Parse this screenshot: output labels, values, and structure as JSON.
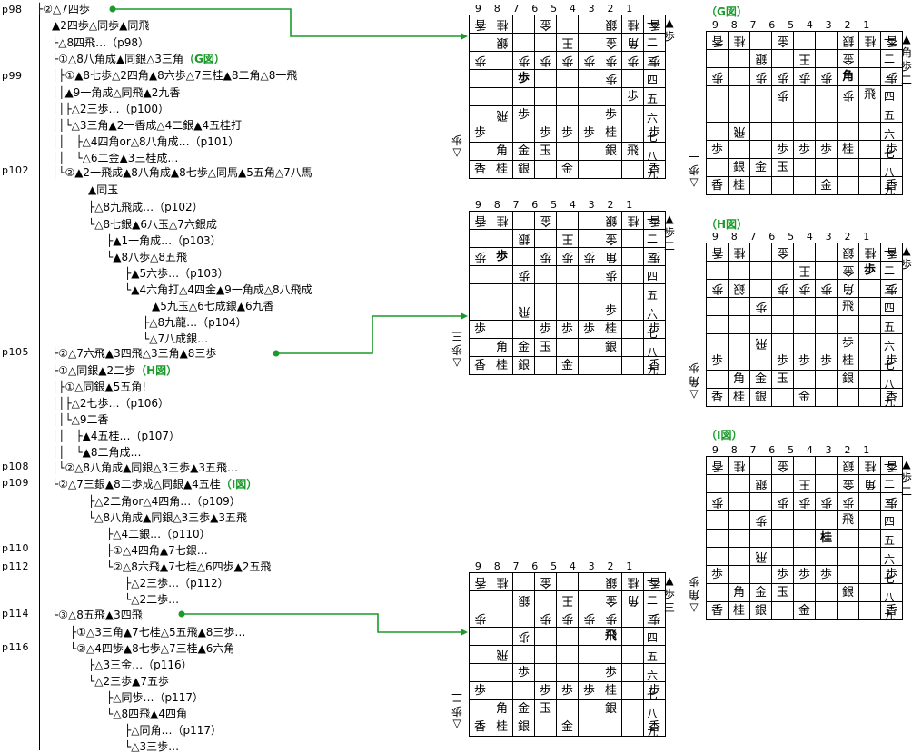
{
  "page_labels": [
    "p98",
    "p99",
    "p102",
    "p105",
    "p108",
    "p109",
    "p110",
    "p112",
    "p114",
    "p116"
  ],
  "lines": [
    "├②△7四歩",
    "▲2四歩△同歩▲同飛",
    "├△8四飛…（p98）",
    "├①△8八角成▲同銀△3三角",
    "│├①▲8七歩△2四角▲8六歩△7三桂▲8二角△8一飛",
    "││▲9一角成△同飛▲2九香",
    "││├△2三歩…（p100）",
    "││└△3三角▲2一香成△4二銀▲4五桂打",
    "││　├△4四角or△8八角成…（p101）",
    "││　└△6二金▲3三桂成…",
    "│└②▲2一飛成▲8八角成▲8七歩△同馬▲5五角△7八馬",
    "▲同玉",
    "├△8九飛成…（p102）",
    "└△8七銀▲6八玉△7六銀成",
    "├▲1一角成…（p103）",
    "└▲8八歩△8五飛",
    "├▲5六歩…（p103）",
    "└▲4六角打△4四金▲9一角成△8八飛成",
    "▲5九玉△6七成銀▲6九香",
    "├△8九龍…（p104）",
    "└△7八成銀…",
    "├②△7六飛▲3四飛△3三角▲8三歩",
    "├①△同銀▲2二歩",
    "│├①△同銀▲5五角!",
    "││├△2七歩…（p106）",
    "││└△9二香",
    "││　├▲4五桂…（p107）",
    "││　└▲8二角成…",
    "│└②△8八角成▲同銀△3三歩▲3五飛…",
    "└②△7三銀▲8二歩成△同銀▲4五桂",
    "├△2二角or△4四角…（p109）",
    "└△8八角成▲同銀△3三歩▲3五飛",
    "├△4二銀…（p110）",
    "├①△4四角▲7七銀…",
    "└②△8六飛▲7七桂△6四歩▲2五飛",
    "├△2三歩…（p112）",
    "└△2二歩…",
    "└③△8五飛▲3四飛",
    "├①△3三角▲7七桂△5五飛▲8三歩…",
    "└②△4四歩▲8七歩△7三桂▲6六角",
    "├△3三金…（p116）",
    "└△2三歩▲7五歩",
    "├△同歩…（p117）",
    "└△8四飛▲4四角",
    "├△同角…（p117）",
    "└△3三歩…"
  ],
  "diagram_labels": {
    "G": "（G図）",
    "H": "（H図）",
    "I": "（I図）"
  },
  "files": [
    "9",
    "8",
    "7",
    "6",
    "5",
    "4",
    "3",
    "2",
    "1"
  ],
  "ranks": [
    "一",
    "二",
    "三",
    "四",
    "五",
    "六",
    "七",
    "八",
    "九"
  ],
  "hands": {
    "b1_s": "▲歩",
    "b1_g": "△歩",
    "b2_s": "▲歩二",
    "b2_g": "△歩三",
    "b3_s": "▲歩三",
    "b3_g": "△歩二",
    "G_s": "▲角歩二",
    "G_g": "△歩一",
    "H_s": "▲歩",
    "H_g": "△角歩",
    "I_s": "▲歩二",
    "I_g": "△角歩"
  },
  "boards": {
    "b1": [
      "r香,r桂,,r金,,,r銀,r桂,r香",
      ",r銀,,,r王,,r金,r角,",
      "r歩,,r歩,r歩,r歩,r歩,r歩,r歩,r歩",
      ",,b歩,,,,r歩,,",
      ",,,,,,,歩,",
      ",r飛,歩,,,,歩,,",
      "歩,,,歩,歩,歩,桂,,歩",
      ",角,金,玉,,,銀,飛,",
      "香,桂,銀,,金,,,,香"
    ],
    "b2": [
      "r香,r桂,,r金,,,r銀,r桂,r香",
      ",,r銀,,r王,,r金,,",
      "r歩,b歩,,r歩,r歩,r歩,r角,,r歩",
      ",,r歩,,,,r歩,,",
      ",,,,,,,,",
      ",,r飛,,,,歩,,",
      "歩,,,歩,歩,歩,桂,,歩",
      ",角,金,玉,,,銀,,",
      "香,桂,銀,,金,,,,香"
    ],
    "b3": [
      "r香,r桂,,r金,,,r銀,r桂,r香",
      ",,r銀,,r王,,r金,r角,",
      "r歩,,,r歩,r歩,r歩,r歩,,r歩",
      ",,r歩,,,,b飛,,",
      ",r飛,,,,,,,",
      ",,歩,,,,歩,,",
      "歩,,,歩,歩,歩,桂,,歩",
      ",角,金,玉,,,銀,,",
      "香,桂,銀,,金,,,,香"
    ],
    "G": [
      "r香,r桂,,r金,,,r銀,r桂,r香",
      ",,r銀,,r王,,r金,,",
      "r歩,,r歩,r歩,r歩,r歩,b角,,r歩",
      ",,,r歩,,,r歩,飛,",
      ",,,,,,,,",
      ",r飛,,,,,,,",
      "歩,,,歩,歩,歩,桂,,歩",
      ",銀,金,玉,,,,,",
      "香,桂,,,,金,,,香"
    ],
    "H": [
      "r香,r桂,,r金,,,r銀,r桂,r香",
      ",,,,r王,,r金,b歩,",
      "r歩,r銀,,r歩,r歩,r歩,r角,,r歩",
      ",,r歩,,,,飛,,",
      ",,,,,,,,",
      ",,r飛,,,,歩,,",
      "歩,,,歩,歩,歩,桂,,歩",
      ",角,金,玉,,,銀,,",
      "香,桂,銀,,金,,,,香"
    ],
    "I": [
      "r香,r桂,,r金,,,r銀,r桂,r香",
      ",,r銀,,r王,,r金,r角,",
      "r歩,,,r歩,r歩,r歩,r歩,,r歩",
      ",,r歩,,,,飛,,",
      ",,,,,b桂,,,",
      ",,r飛,,,,,,",
      "歩,,,歩,歩,歩,,,歩",
      ",角,金,玉,,,銀,,",
      "香,桂,銀,,金,,,,香"
    ]
  }
}
